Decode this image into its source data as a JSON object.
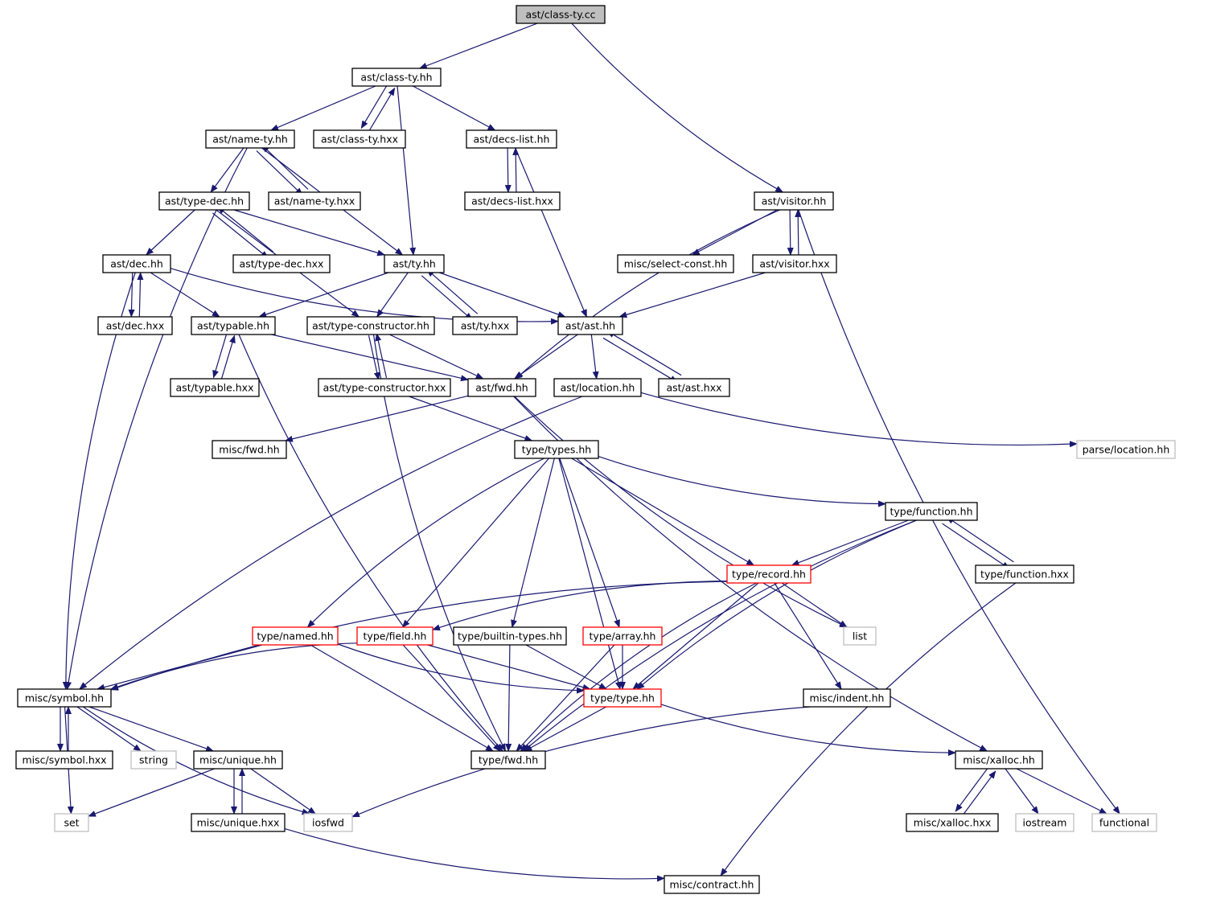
{
  "graph": {
    "kinds": {
      "root": {
        "fill": "#bfbfbf",
        "stroke": "#000000"
      },
      "normal": {
        "fill": "#ffffff",
        "stroke": "#000000"
      },
      "truncated": {
        "fill": "#ffffff",
        "stroke": "#ff0000"
      },
      "system": {
        "fill": "#ffffff",
        "stroke": "#bfbfbf"
      }
    },
    "edge_color": "#191970",
    "nodes": [
      {
        "id": "class-ty-cc",
        "label": "ast/class-ty.cc",
        "kind": "root"
      },
      {
        "id": "class-ty-hh",
        "label": "ast/class-ty.hh",
        "kind": "normal"
      },
      {
        "id": "name-ty-hh",
        "label": "ast/name-ty.hh",
        "kind": "normal"
      },
      {
        "id": "class-ty-hxx",
        "label": "ast/class-ty.hxx",
        "kind": "normal"
      },
      {
        "id": "decs-list-hh",
        "label": "ast/decs-list.hh",
        "kind": "normal"
      },
      {
        "id": "type-dec-hh",
        "label": "ast/type-dec.hh",
        "kind": "normal"
      },
      {
        "id": "name-ty-hxx",
        "label": "ast/name-ty.hxx",
        "kind": "normal"
      },
      {
        "id": "decs-list-hxx",
        "label": "ast/decs-list.hxx",
        "kind": "normal"
      },
      {
        "id": "visitor-hh",
        "label": "ast/visitor.hh",
        "kind": "normal"
      },
      {
        "id": "dec-hh",
        "label": "ast/dec.hh",
        "kind": "normal"
      },
      {
        "id": "type-dec-hxx",
        "label": "ast/type-dec.hxx",
        "kind": "normal"
      },
      {
        "id": "ty-hh",
        "label": "ast/ty.hh",
        "kind": "normal"
      },
      {
        "id": "select-const-hh",
        "label": "misc/select-const.hh",
        "kind": "normal"
      },
      {
        "id": "visitor-hxx",
        "label": "ast/visitor.hxx",
        "kind": "normal"
      },
      {
        "id": "dec-hxx",
        "label": "ast/dec.hxx",
        "kind": "normal"
      },
      {
        "id": "typable-hh",
        "label": "ast/typable.hh",
        "kind": "normal"
      },
      {
        "id": "type-constructor-hh",
        "label": "ast/type-constructor.hh",
        "kind": "normal"
      },
      {
        "id": "ty-hxx",
        "label": "ast/ty.hxx",
        "kind": "normal"
      },
      {
        "id": "ast-hh",
        "label": "ast/ast.hh",
        "kind": "normal"
      },
      {
        "id": "typable-hxx",
        "label": "ast/typable.hxx",
        "kind": "normal"
      },
      {
        "id": "type-constructor-hxx",
        "label": "ast/type-constructor.hxx",
        "kind": "normal"
      },
      {
        "id": "ast-fwd-hh",
        "label": "ast/fwd.hh",
        "kind": "normal"
      },
      {
        "id": "location-hh",
        "label": "ast/location.hh",
        "kind": "normal"
      },
      {
        "id": "ast-hxx",
        "label": "ast/ast.hxx",
        "kind": "normal"
      },
      {
        "id": "misc-fwd-hh",
        "label": "misc/fwd.hh",
        "kind": "normal"
      },
      {
        "id": "types-hh",
        "label": "type/types.hh",
        "kind": "normal"
      },
      {
        "id": "parse-location-hh",
        "label": "parse/location.hh",
        "kind": "system"
      },
      {
        "id": "function-hh",
        "label": "type/function.hh",
        "kind": "normal"
      },
      {
        "id": "record-hh",
        "label": "type/record.hh",
        "kind": "truncated"
      },
      {
        "id": "function-hxx",
        "label": "type/function.hxx",
        "kind": "normal"
      },
      {
        "id": "named-hh",
        "label": "type/named.hh",
        "kind": "truncated"
      },
      {
        "id": "field-hh",
        "label": "type/field.hh",
        "kind": "truncated"
      },
      {
        "id": "builtin-types-hh",
        "label": "type/builtin-types.hh",
        "kind": "normal"
      },
      {
        "id": "array-hh",
        "label": "type/array.hh",
        "kind": "truncated"
      },
      {
        "id": "list",
        "label": "list",
        "kind": "system"
      },
      {
        "id": "symbol-hh",
        "label": "misc/symbol.hh",
        "kind": "normal"
      },
      {
        "id": "type-hh",
        "label": "type/type.hh",
        "kind": "truncated"
      },
      {
        "id": "indent-hh",
        "label": "misc/indent.hh",
        "kind": "normal"
      },
      {
        "id": "symbol-hxx",
        "label": "misc/symbol.hxx",
        "kind": "normal"
      },
      {
        "id": "string",
        "label": "string",
        "kind": "system"
      },
      {
        "id": "unique-hh",
        "label": "misc/unique.hh",
        "kind": "normal"
      },
      {
        "id": "type-fwd-hh",
        "label": "type/fwd.hh",
        "kind": "normal"
      },
      {
        "id": "xalloc-hh",
        "label": "misc/xalloc.hh",
        "kind": "normal"
      },
      {
        "id": "set",
        "label": "set",
        "kind": "system"
      },
      {
        "id": "unique-hxx",
        "label": "misc/unique.hxx",
        "kind": "normal"
      },
      {
        "id": "iosfwd",
        "label": "iosfwd",
        "kind": "system"
      },
      {
        "id": "xalloc-hxx",
        "label": "misc/xalloc.hxx",
        "kind": "normal"
      },
      {
        "id": "iostream",
        "label": "iostream",
        "kind": "system"
      },
      {
        "id": "functional",
        "label": "functional",
        "kind": "system"
      },
      {
        "id": "contract-hh",
        "label": "misc/contract.hh",
        "kind": "normal"
      }
    ],
    "edges": [
      [
        "class-ty-cc",
        "class-ty-hh"
      ],
      [
        "class-ty-cc",
        "visitor-hh"
      ],
      [
        "class-ty-hh",
        "name-ty-hh"
      ],
      [
        "class-ty-hh",
        "class-ty-hxx"
      ],
      [
        "class-ty-hh",
        "decs-list-hh"
      ],
      [
        "class-ty-hh",
        "ty-hh"
      ],
      [
        "class-ty-hxx",
        "class-ty-hh"
      ],
      [
        "name-ty-hh",
        "type-dec-hh"
      ],
      [
        "name-ty-hh",
        "name-ty-hxx"
      ],
      [
        "name-ty-hh",
        "ty-hh"
      ],
      [
        "name-ty-hh",
        "symbol-hh"
      ],
      [
        "name-ty-hxx",
        "name-ty-hh"
      ],
      [
        "decs-list-hh",
        "decs-list-hxx"
      ],
      [
        "decs-list-hh",
        "ast-hh"
      ],
      [
        "decs-list-hxx",
        "decs-list-hh"
      ],
      [
        "type-dec-hh",
        "dec-hh"
      ],
      [
        "type-dec-hh",
        "type-dec-hxx"
      ],
      [
        "type-dec-hh",
        "ty-hh"
      ],
      [
        "type-dec-hh",
        "type-constructor-hh"
      ],
      [
        "type-dec-hxx",
        "type-dec-hh"
      ],
      [
        "visitor-hh",
        "select-const-hh"
      ],
      [
        "visitor-hh",
        "visitor-hxx"
      ],
      [
        "visitor-hh",
        "ast-fwd-hh"
      ],
      [
        "visitor-hh",
        "functional"
      ],
      [
        "visitor-hxx",
        "visitor-hh"
      ],
      [
        "visitor-hxx",
        "ast-hh"
      ],
      [
        "dec-hh",
        "dec-hxx"
      ],
      [
        "dec-hh",
        "typable-hh"
      ],
      [
        "dec-hh",
        "ast-hh"
      ],
      [
        "dec-hh",
        "symbol-hh"
      ],
      [
        "dec-hxx",
        "dec-hh"
      ],
      [
        "ty-hh",
        "typable-hh"
      ],
      [
        "ty-hh",
        "type-constructor-hh"
      ],
      [
        "ty-hh",
        "ty-hxx"
      ],
      [
        "ty-hh",
        "ast-hh"
      ],
      [
        "ty-hxx",
        "ty-hh"
      ],
      [
        "typable-hh",
        "typable-hxx"
      ],
      [
        "typable-hh",
        "ast-fwd-hh"
      ],
      [
        "typable-hh",
        "type-fwd-hh"
      ],
      [
        "typable-hxx",
        "typable-hh"
      ],
      [
        "type-constructor-hh",
        "type-constructor-hxx"
      ],
      [
        "type-constructor-hh",
        "ast-fwd-hh"
      ],
      [
        "type-constructor-hh",
        "type-fwd-hh"
      ],
      [
        "type-constructor-hxx",
        "type-constructor-hh"
      ],
      [
        "type-constructor-hxx",
        "types-hh"
      ],
      [
        "ast-hh",
        "ast-fwd-hh"
      ],
      [
        "ast-hh",
        "location-hh"
      ],
      [
        "ast-hh",
        "ast-hxx"
      ],
      [
        "ast-hxx",
        "ast-hh"
      ],
      [
        "ast-fwd-hh",
        "misc-fwd-hh"
      ],
      [
        "ast-fwd-hh",
        "list"
      ],
      [
        "ast-fwd-hh",
        "xalloc-hh"
      ],
      [
        "location-hh",
        "symbol-hh"
      ],
      [
        "location-hh",
        "parse-location-hh"
      ],
      [
        "types-hh",
        "function-hh"
      ],
      [
        "types-hh",
        "record-hh"
      ],
      [
        "types-hh",
        "named-hh"
      ],
      [
        "types-hh",
        "field-hh"
      ],
      [
        "types-hh",
        "builtin-types-hh"
      ],
      [
        "types-hh",
        "array-hh"
      ],
      [
        "types-hh",
        "type-hh"
      ],
      [
        "function-hh",
        "record-hh"
      ],
      [
        "function-hh",
        "function-hxx"
      ],
      [
        "function-hh",
        "type-hh"
      ],
      [
        "function-hh",
        "type-fwd-hh"
      ],
      [
        "function-hxx",
        "function-hh"
      ],
      [
        "function-hxx",
        "contract-hh"
      ],
      [
        "record-hh",
        "symbol-hh"
      ],
      [
        "record-hh",
        "field-hh"
      ],
      [
        "record-hh",
        "list"
      ],
      [
        "record-hh",
        "type-hh"
      ],
      [
        "record-hh",
        "type-fwd-hh"
      ],
      [
        "record-hh",
        "indent-hh"
      ],
      [
        "named-hh",
        "symbol-hh"
      ],
      [
        "named-hh",
        "type-hh"
      ],
      [
        "named-hh",
        "type-fwd-hh"
      ],
      [
        "field-hh",
        "symbol-hh"
      ],
      [
        "field-hh",
        "type-hh"
      ],
      [
        "field-hh",
        "type-fwd-hh"
      ],
      [
        "builtin-types-hh",
        "type-hh"
      ],
      [
        "builtin-types-hh",
        "type-fwd-hh"
      ],
      [
        "array-hh",
        "type-hh"
      ],
      [
        "array-hh",
        "type-fwd-hh"
      ],
      [
        "type-hh",
        "type-fwd-hh"
      ],
      [
        "type-hh",
        "xalloc-hh"
      ],
      [
        "indent-hh",
        "iosfwd"
      ],
      [
        "symbol-hh",
        "symbol-hxx"
      ],
      [
        "symbol-hh",
        "string"
      ],
      [
        "symbol-hh",
        "unique-hh"
      ],
      [
        "symbol-hh",
        "set"
      ],
      [
        "symbol-hh",
        "iosfwd"
      ],
      [
        "symbol-hxx",
        "symbol-hh"
      ],
      [
        "unique-hh",
        "set"
      ],
      [
        "unique-hh",
        "unique-hxx"
      ],
      [
        "unique-hh",
        "iosfwd"
      ],
      [
        "unique-hxx",
        "unique-hh"
      ],
      [
        "unique-hxx",
        "contract-hh"
      ],
      [
        "xalloc-hh",
        "xalloc-hxx"
      ],
      [
        "xalloc-hh",
        "iostream"
      ],
      [
        "xalloc-hh",
        "functional"
      ],
      [
        "xalloc-hxx",
        "xalloc-hh"
      ]
    ]
  }
}
